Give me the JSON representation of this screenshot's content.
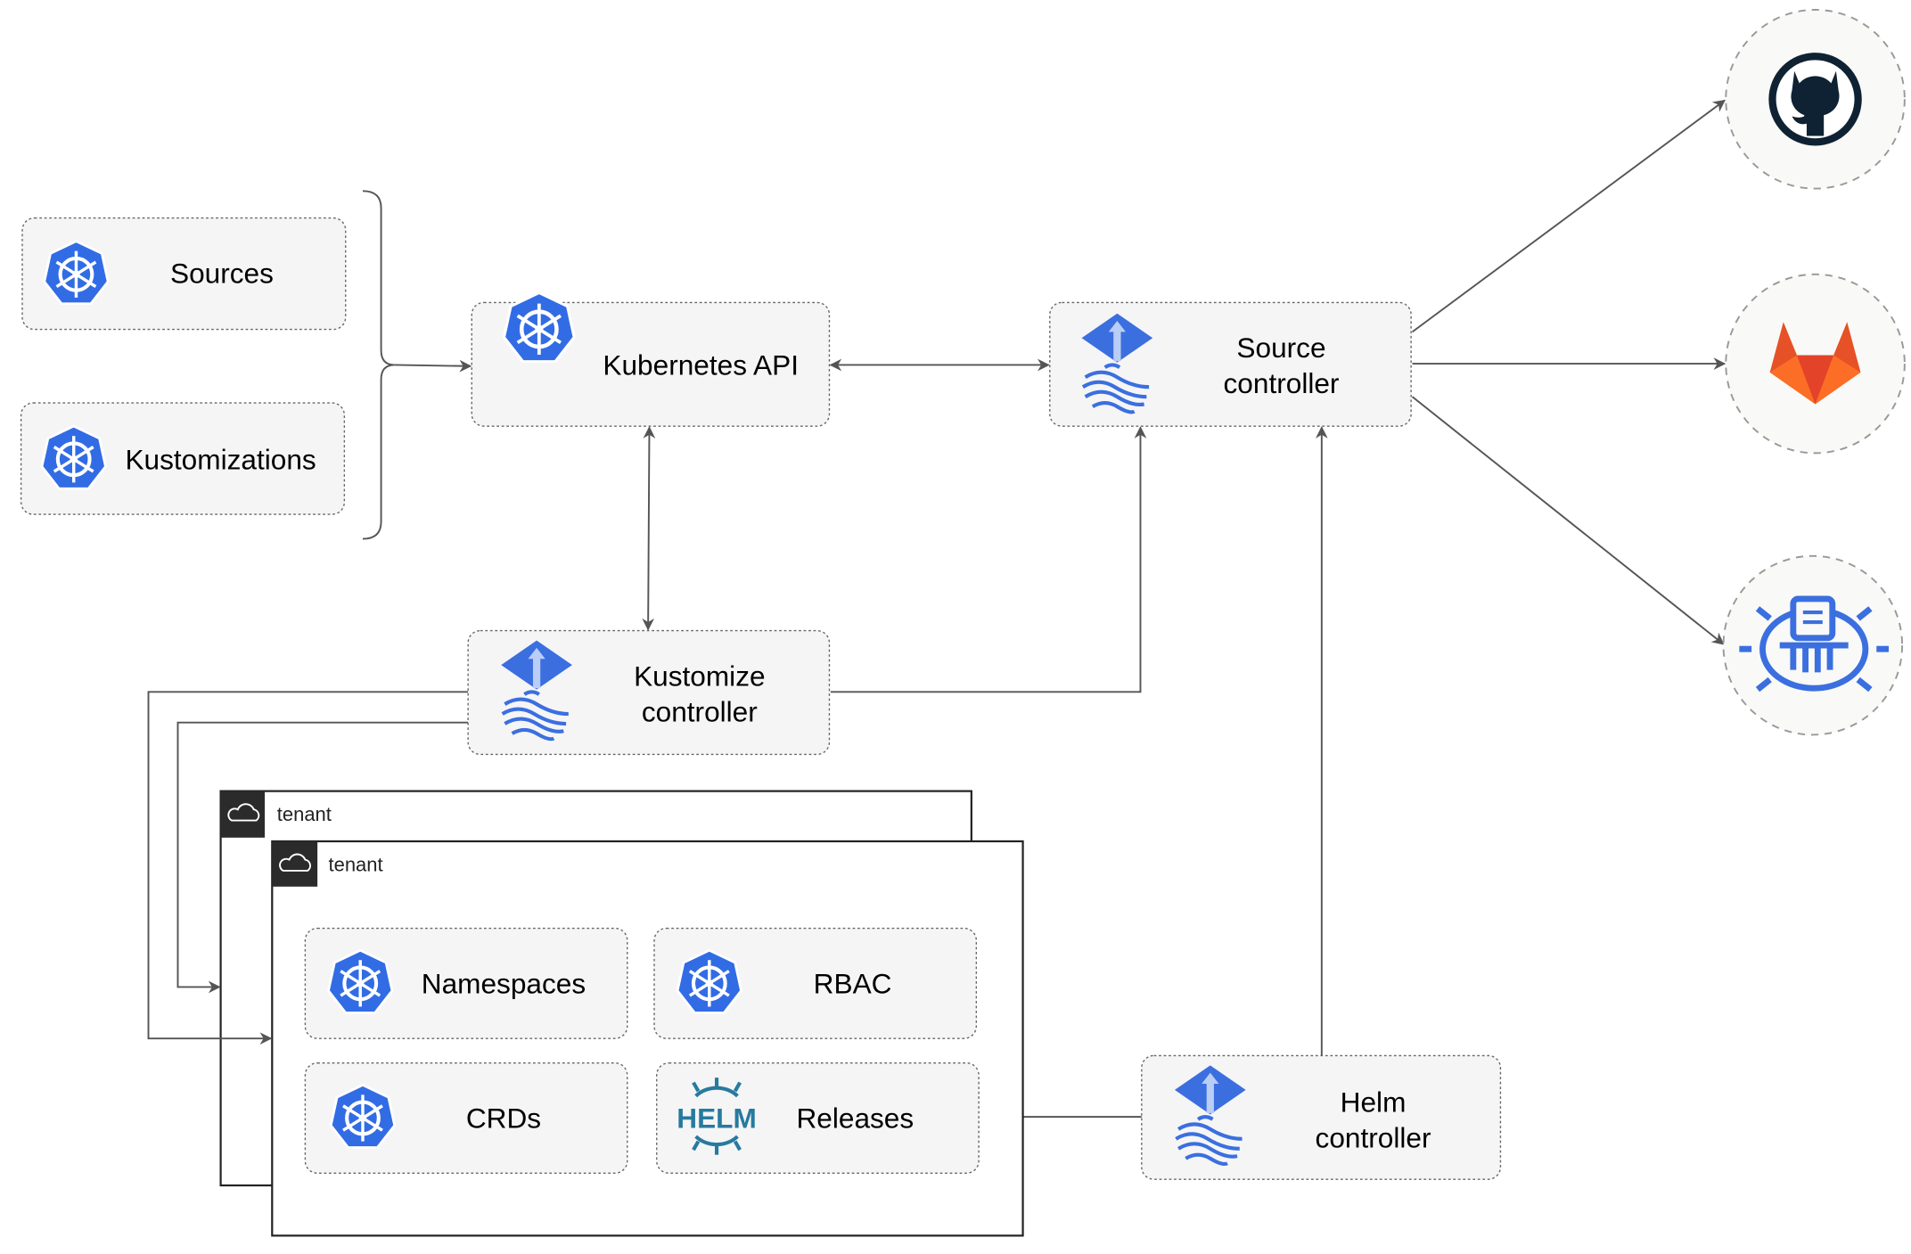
{
  "colors": {
    "kubernetes_blue": "#326CE5",
    "flux_blue": "#3B6FE0",
    "helm_blue": "#277A9F",
    "github_dark": "#0F2233",
    "gitlab_orange": "#E24329",
    "gitlab_yellow": "#FCA326"
  },
  "nodes": {
    "sources": "Sources",
    "kustomizations": "Kustomizations",
    "kubernetes_api": "Kubernetes API",
    "source_controller": [
      "Source",
      "controller"
    ],
    "kustomize_controller": [
      "Kustomize",
      "controller"
    ],
    "helm_controller": [
      "Helm",
      "controller"
    ],
    "tenant_back": "tenant",
    "tenant_front": "tenant",
    "namespaces": "Namespaces",
    "rbac": "RBAC",
    "crds": "CRDs",
    "releases": "Releases",
    "helm_logo": "HELM"
  },
  "external": [
    "github-icon",
    "gitlab-icon",
    "bucket-icon"
  ]
}
